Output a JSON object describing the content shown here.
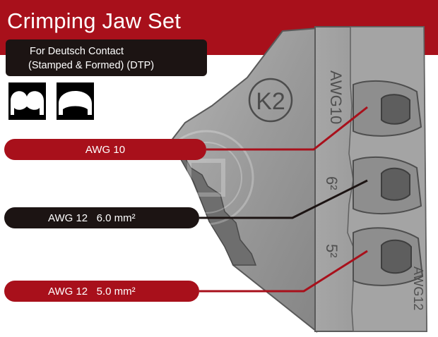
{
  "header": {
    "title": "Crimping Jaw Set",
    "subtitle_line1": "For Deutsch Contact",
    "subtitle_line2": "(Stamped & Formed) (DTP)"
  },
  "tool": {
    "jaw_marking": "K2",
    "cavity_size_left": "AWG10",
    "cavity_size_middle": "6²",
    "cavity_size_lower": "5²",
    "cavity_size_right": "AWG12"
  },
  "callouts": [
    {
      "label": "AWG 10"
    },
    {
      "label": "AWG 12   6.0 mm²"
    },
    {
      "label": "AWG 12   5.0 mm²"
    }
  ],
  "colors": {
    "brand_red": "#a8101b",
    "dark": "#1c1413",
    "steel": "#9c9c9c"
  },
  "icons": [
    "crimp-profile-icon",
    "crimp-profile-icon"
  ]
}
